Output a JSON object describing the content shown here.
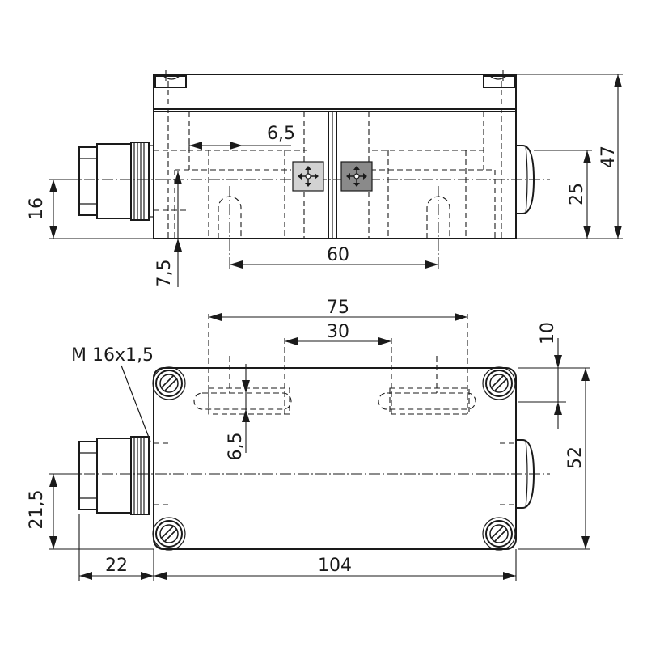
{
  "dimensions": {
    "top_overall_height": "47",
    "top_axis_height": "25",
    "top_gland_height": "16",
    "top_hole_offset": "6,5",
    "top_hole_pitch": "60",
    "top_bottom_offset": "7,5",
    "plan_hole_span": "75",
    "plan_hole_pitch": "30",
    "plan_slot_offset": "10",
    "plan_slot_width": "6,5",
    "plan_width": "52",
    "plan_gland_height": "21,5",
    "plan_gland_length": "22",
    "plan_length": "104"
  },
  "thread_callout": "M 16x1,5",
  "colors": {
    "line": "#1a1a1a",
    "led_light": "#d2d2d2",
    "led_dark": "#8a8a8a"
  },
  "icons": [
    "move-arrows-icon",
    "move-arrows-icon"
  ]
}
